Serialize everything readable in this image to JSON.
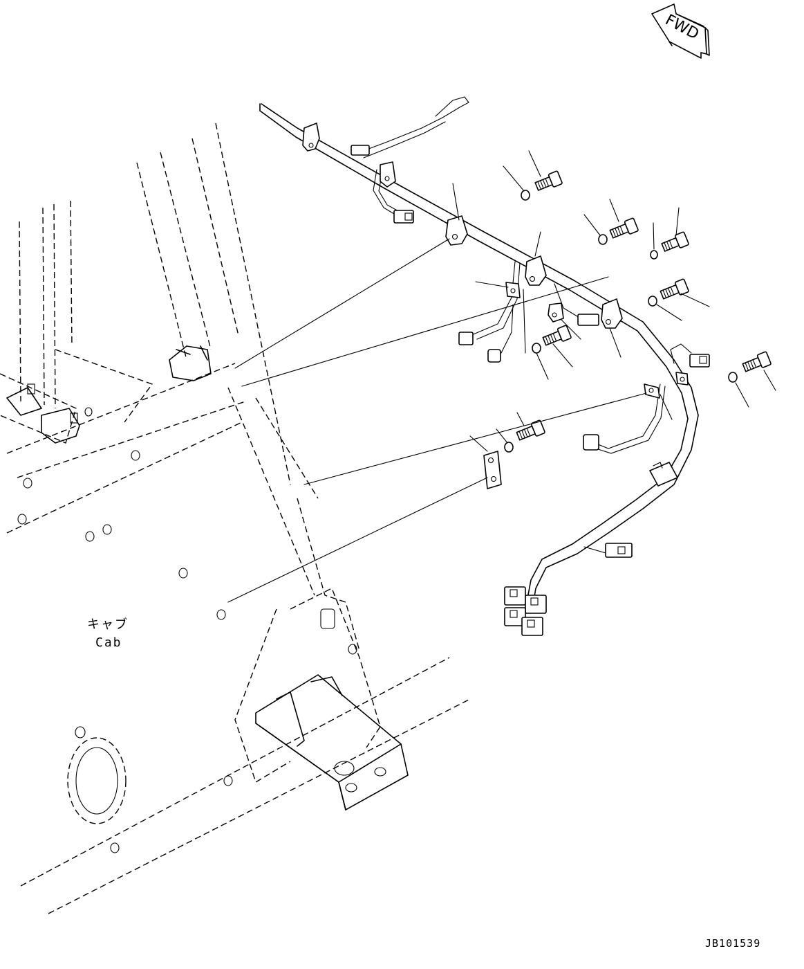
{
  "labels": {
    "fwd_arrow": "FWD",
    "cab_jp": "キャブ",
    "cab_en": "Cab",
    "drawing_number": "JB101539"
  }
}
